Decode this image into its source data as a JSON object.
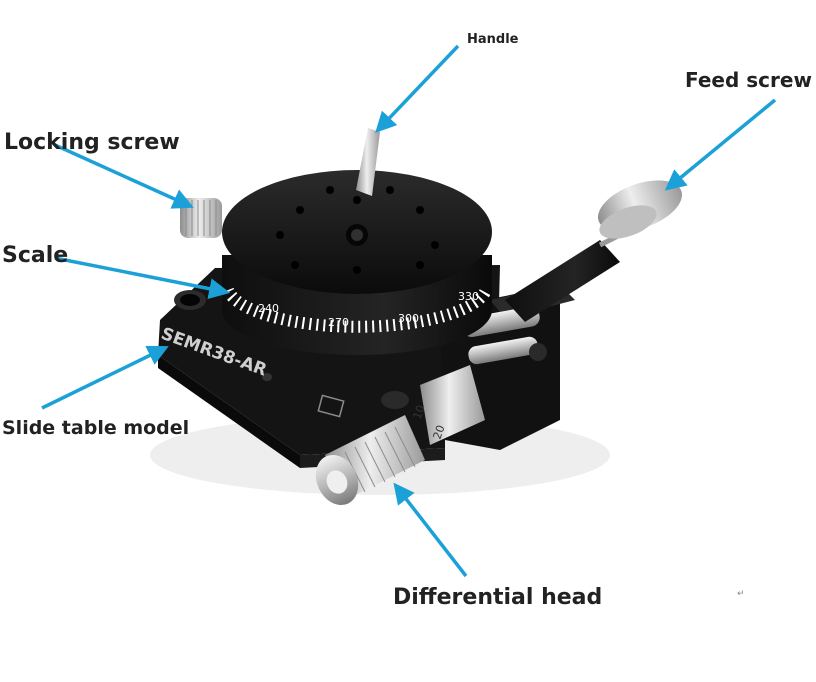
{
  "labels": {
    "handle": "Handle",
    "feed_screw": "Feed screw",
    "locking_screw": "Locking screw",
    "scale": "Scale",
    "slide_table_model": "Slide table model",
    "differential_head": "Differential head"
  },
  "product": {
    "model_engraving": "SEMR38-AR",
    "scale_numbers": [
      "240",
      "270",
      "300",
      "330"
    ],
    "micrometer_number": "20",
    "micrometer_number_2": "10"
  },
  "corner_mark": "↵",
  "colors": {
    "arrow": "#1ba1d8",
    "body": "#121212",
    "metal": "#c9c9c9",
    "label_text": "#222222"
  }
}
